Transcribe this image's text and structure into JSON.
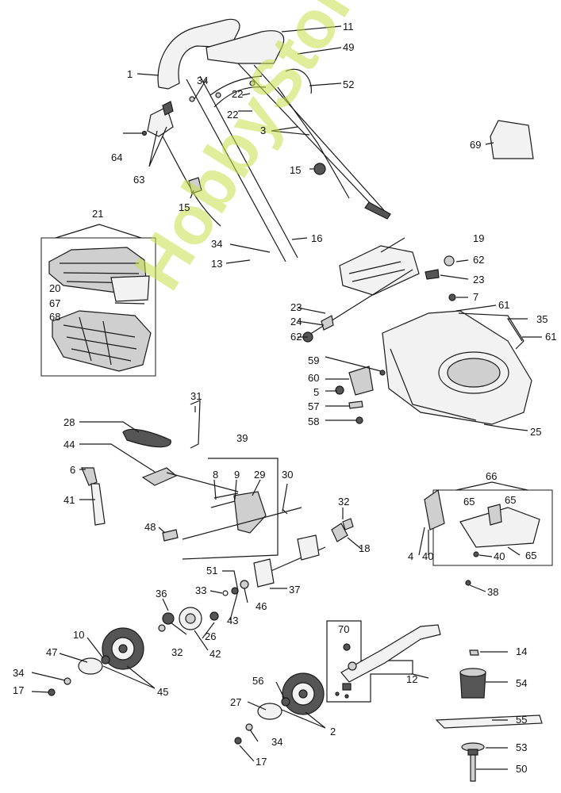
{
  "watermark": "HobbyStore.it",
  "colors": {
    "line": "#1a1a1a",
    "fill_light": "#f2f2f2",
    "fill_mid": "#cfcfcf",
    "fill_dark": "#555555",
    "watermark": "#c8e04a"
  },
  "part_labels": {
    "p1": "1",
    "p11": "11",
    "p49": "49",
    "p52": "52",
    "p34a": "34",
    "p22a": "22",
    "p22b": "22",
    "p3": "3",
    "p64": "64",
    "p63": "63",
    "p15a": "15",
    "p15b": "15",
    "p69": "69",
    "p21": "21",
    "p20": "20",
    "p67": "67",
    "p68": "68",
    "p34b": "34",
    "p16": "16",
    "p13": "13",
    "p19": "19",
    "p62a": "62",
    "p23a": "23",
    "p7": "7",
    "p61a": "61",
    "p35": "35",
    "p61b": "61",
    "p23b": "23",
    "p24": "24",
    "p62b": "62",
    "p59": "59",
    "p60": "60",
    "p5": "5",
    "p57": "57",
    "p58": "58",
    "p25": "25",
    "p31": "31",
    "p28": "28",
    "p44": "44",
    "p39": "39",
    "p8": "8",
    "p9": "9",
    "p29": "29",
    "p30": "30",
    "p6": "6",
    "p41": "41",
    "p48": "48",
    "p32a": "32",
    "p18": "18",
    "p66": "66",
    "p65a": "65",
    "p65b": "65",
    "p65c": "65",
    "p4": "4",
    "p40a": "40",
    "p40b": "40",
    "p38": "38",
    "p51": "51",
    "p33": "33",
    "p37": "37",
    "p36": "36",
    "p43": "43",
    "p46": "46",
    "p26": "26",
    "p32b": "32",
    "p42": "42",
    "p70": "70",
    "p12": "12",
    "p10": "10",
    "p47": "47",
    "p45": "45",
    "p34c": "34",
    "p17a": "17",
    "p14": "14",
    "p54": "54",
    "p56": "56",
    "p27": "27",
    "p2": "2",
    "p34d": "34",
    "p17b": "17",
    "p55": "55",
    "p53": "53",
    "p50": "50"
  }
}
